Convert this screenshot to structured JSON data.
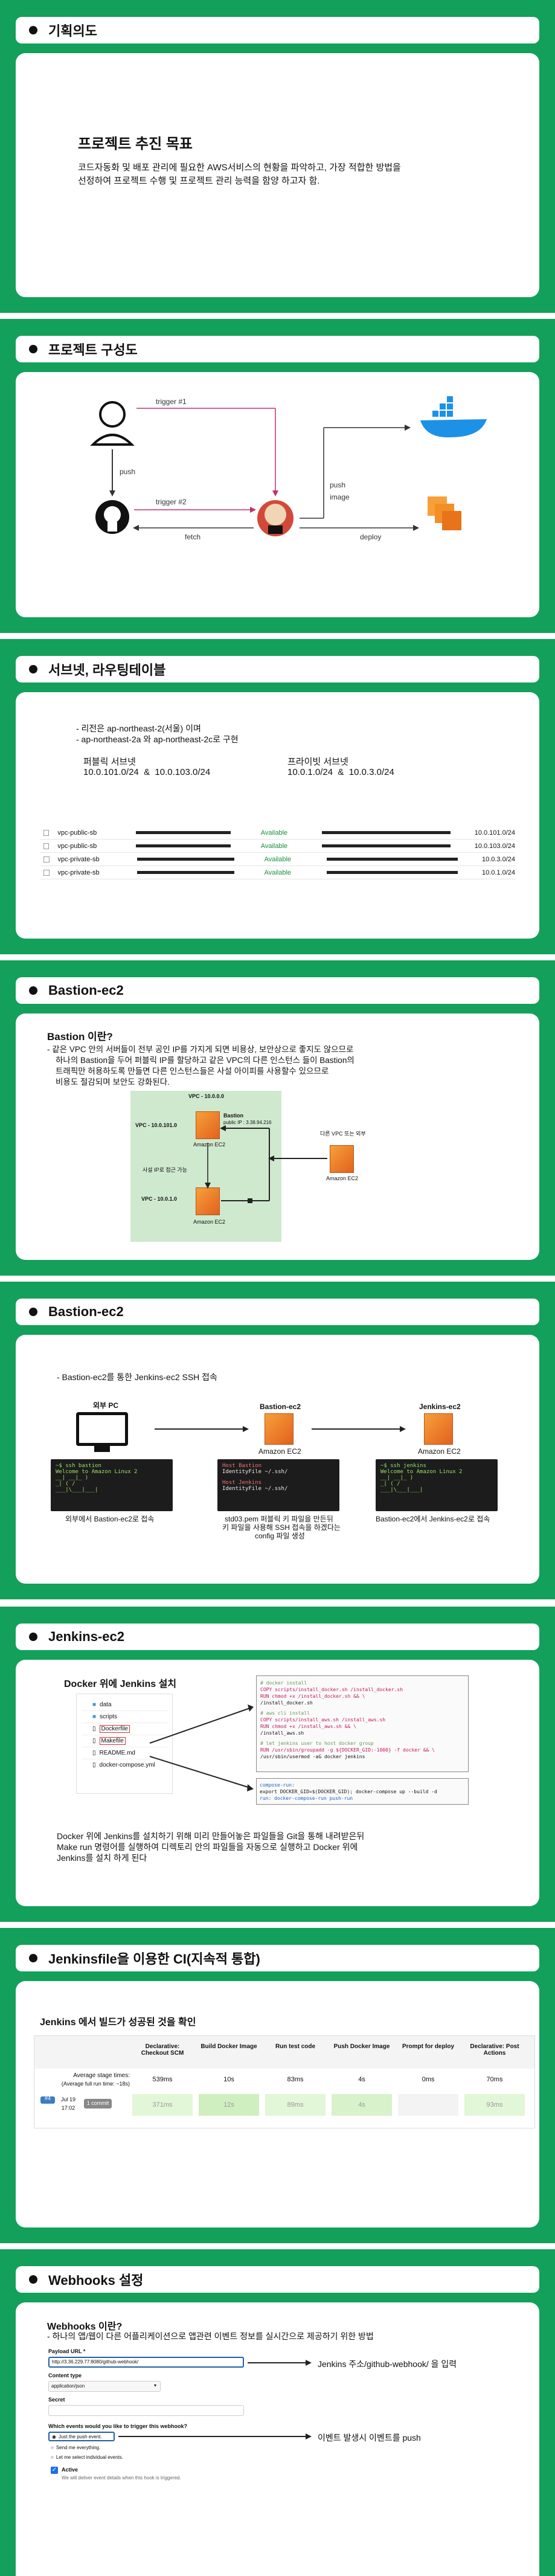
{
  "slides": {
    "s1": {
      "title": "기획의도",
      "heading": "프로젝트 추진 목표",
      "text1": "코드자동화 및 배포 관리에 필요한 AWS서비스의 현황을 파악하고, 가장 적합한 방법을",
      "text2": "선정하여 프로젝트 수행 및 프로젝트 관리 능력을 함양 하고자 함."
    },
    "s2": {
      "title": "프로젝트 구성도",
      "trigger1": "trigger #1",
      "trigger2": "trigger #2",
      "push": "push",
      "fetch": "fetch",
      "push_image": "push",
      "image": "image",
      "deploy": "deploy"
    },
    "s3": {
      "title": "서브넷, 라우팅테이블",
      "bullet1": "- 리전은 ap-northeast-2(서울) 이며",
      "bullet2": "- ap-northeast-2a 와 ap-northeast-2c로 구현",
      "public_label": "퍼블릭 서브넷",
      "public_cidrs": "10.0.101.0/24  &  10.0.103.0/24",
      "private_label": "프라이빗 서브넷",
      "private_cidrs": "10.0.1.0/24  &  10.0.3.0/24",
      "rows": [
        {
          "name": "vpc-public-sb",
          "status": "Available",
          "cidr": "10.0.101.0/24"
        },
        {
          "name": "vpc-public-sb",
          "status": "Available",
          "cidr": "10.0.103.0/24"
        },
        {
          "name": "vpc-private-sb",
          "status": "Available",
          "cidr": "10.0.3.0/24"
        },
        {
          "name": "vpc-private-sb",
          "status": "Available",
          "cidr": "10.0.1.0/24"
        }
      ]
    },
    "s4": {
      "title": "Bastion-ec2",
      "heading": "Bastion 이란?",
      "line1": "- 같은 VPC 안의 서버들이 전부 공인 IP를 가지게 되면 비용상, 보안상으로 좋지도 않으므로",
      "line2": "하나의 Bastion을 두어 퍼블릭 IP를 할당하고 같은 VPC의 다른 인스턴스 들이 Bastion의",
      "line3": "트래픽만 허용하도록 만들면 다른 인스턴스들은 사설 아이피를 사용할수 있으므로",
      "line4": "비용도 절감되며 보안도 강화된다.",
      "vpc_label": "VPC - 10.0.0.0",
      "bastion_label": "Bastion",
      "bastion_ip": "public IP : 3.38.94.216",
      "vpc_a": "VPC - 10.0.101.0",
      "private_access": "사설 IP로 접근 가능",
      "vpc_b": "VPC - 10.0.1.0",
      "amazon_ec2": "Amazon EC2",
      "other_vpc": "다른 VPC 또는 외부",
      "ec2_right": "Amazon EC2",
      "ec2_bottom": "Amazon EC2"
    },
    "s5": {
      "title": "Bastion-ec2",
      "bullet": "- Bastion-ec2를 통한 Jenkins-ec2 SSH 접속",
      "pc_label": "외부 PC",
      "bastion_label": "Bastion-ec2",
      "jenkins_label": "Jenkins-ec2",
      "ec2_a": "Amazon EC2",
      "ec2_b": "Amazon EC2",
      "cap1": "외부에서 Bastion-ec2로 접속",
      "cap2a": "std03.pem 퍼블릭 키 파일을 만든뒤",
      "cap2b": "키 파일을 사용해 SSH 접속을 하겠다는",
      "cap2c": "config 파일 생성",
      "cap3": "Bastion-ec2에서 Jenkins-ec2로 접속",
      "term2_line1": "Host Bastion",
      "term2_line2": "IdentityFile ~/.ssh/",
      "term2_line3": "Host Jenkins",
      "term2_line4": "IdentityFile ~/.ssh/"
    },
    "s6": {
      "title": "Jenkins-ec2",
      "heading": "Docker 위에 Jenkins 설치",
      "files": [
        "data",
        "scripts",
        "Dockerfile",
        "Makefile",
        "README.md",
        "docker-compose.yml"
      ],
      "code1": "# docker install",
      "code2": "COPY scripts/install_docker.sh /install_docker.sh",
      "code3": "RUN chmod +x /install_docker.sh && \\",
      "code4": "    /install_docker.sh",
      "code5": "# aws cli install",
      "code6": "COPY scripts/install_aws.sh /install_aws.sh",
      "code7": "RUN chmod +x /install_aws.sh && \\",
      "code8": "    /install_aws.sh",
      "code9": "# let jenkins user to host docker group",
      "code10": "RUN /usr/sbin/groupadd -g ${DOCKER_GID:-1000} -f docker && \\",
      "code11": "    /usr/sbin/usermod -aG docker jenkins",
      "code12": "compose-run:",
      "code13": "    export DOCKER_GID=$(DOCKER_GID); docker-compose up --build -d",
      "code14": "run: docker-compose-run push-run",
      "desc1": "Docker 위에 Jenkins를 설치하기 위해 미리 만들어놓은 파일들을 Git을 통해 내려받은뒤",
      "desc2": "Make run 명령어를 실행하여 디렉토리 안의 파일들을 자동으로 실행하고 Docker 위에",
      "desc3": "Jenkins를 설치 하게 된다"
    },
    "s7": {
      "title": "Jenkinsfile을 이용한 CI(지속적 통합)",
      "heading": "Jenkins 에서 빌드가 성공된 것을 확인",
      "stages": [
        "Declarative: Checkout SCM",
        "Build Docker Image",
        "Run test code",
        "Push Docker Image",
        "Prompt for deploy",
        "Declarative: Post Actions"
      ],
      "avg_label": "Average stage times:",
      "avg_sub": "(Average full run time: ~18s)",
      "avg_times": [
        "539ms",
        "10s",
        "83ms",
        "4s",
        "0ms",
        "70ms"
      ],
      "run_times": [
        "371ms",
        "12s",
        "89ms",
        "4s",
        "",
        "93ms"
      ],
      "run_id": "#4",
      "run_date": "Jul 19",
      "run_time": "17:02",
      "commit": "1 commit"
    },
    "s8": {
      "title": "Webhooks 설정",
      "heading": "Webhooks 이란?",
      "desc": "- 하나의 앱/웹이 다른 어플리케이션으로 앱관련 이벤트 정보를 실시간으로 제공하기 위한 방법",
      "payload_label": "Payload URL *",
      "payload_value": "http://3.36.229.77:8080/github-webhook/",
      "content_type_label": "Content type",
      "content_type_value": "application/json",
      "secret_label": "Secret",
      "events_label": "Which events would you like to trigger this webhook?",
      "event1": "Just the push event.",
      "event2": "Send me everything.",
      "event3": "Let me select individual events.",
      "active_label": "Active",
      "active_sub": "We will deliver event details when this hook is triggered.",
      "arrow_note1": "Jenkins 주소/github-webhook/ 을 입력",
      "arrow_note2": "이벤트 발생시 이벤트를 push"
    }
  }
}
